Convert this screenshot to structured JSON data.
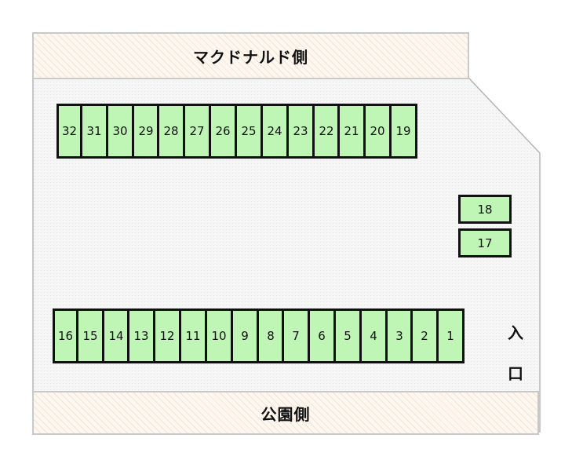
{
  "labels": {
    "top_side": "マクドナルド側",
    "bottom_side": "公園側",
    "entrance": [
      "入",
      "口"
    ]
  },
  "colors": {
    "spot_fill": "#bff5b5",
    "spot_border": "#111111",
    "lot_fill": "#f4f4f4",
    "banner_fill": "#fdf7f0"
  },
  "top_row": [
    "32",
    "31",
    "30",
    "29",
    "28",
    "27",
    "26",
    "25",
    "24",
    "23",
    "22",
    "21",
    "20",
    "19"
  ],
  "right_column": [
    "18",
    "17"
  ],
  "bottom_row": [
    "16",
    "15",
    "14",
    "13",
    "12",
    "11",
    "10",
    "9",
    "8",
    "7",
    "6",
    "5",
    "4",
    "3",
    "2",
    "1"
  ]
}
